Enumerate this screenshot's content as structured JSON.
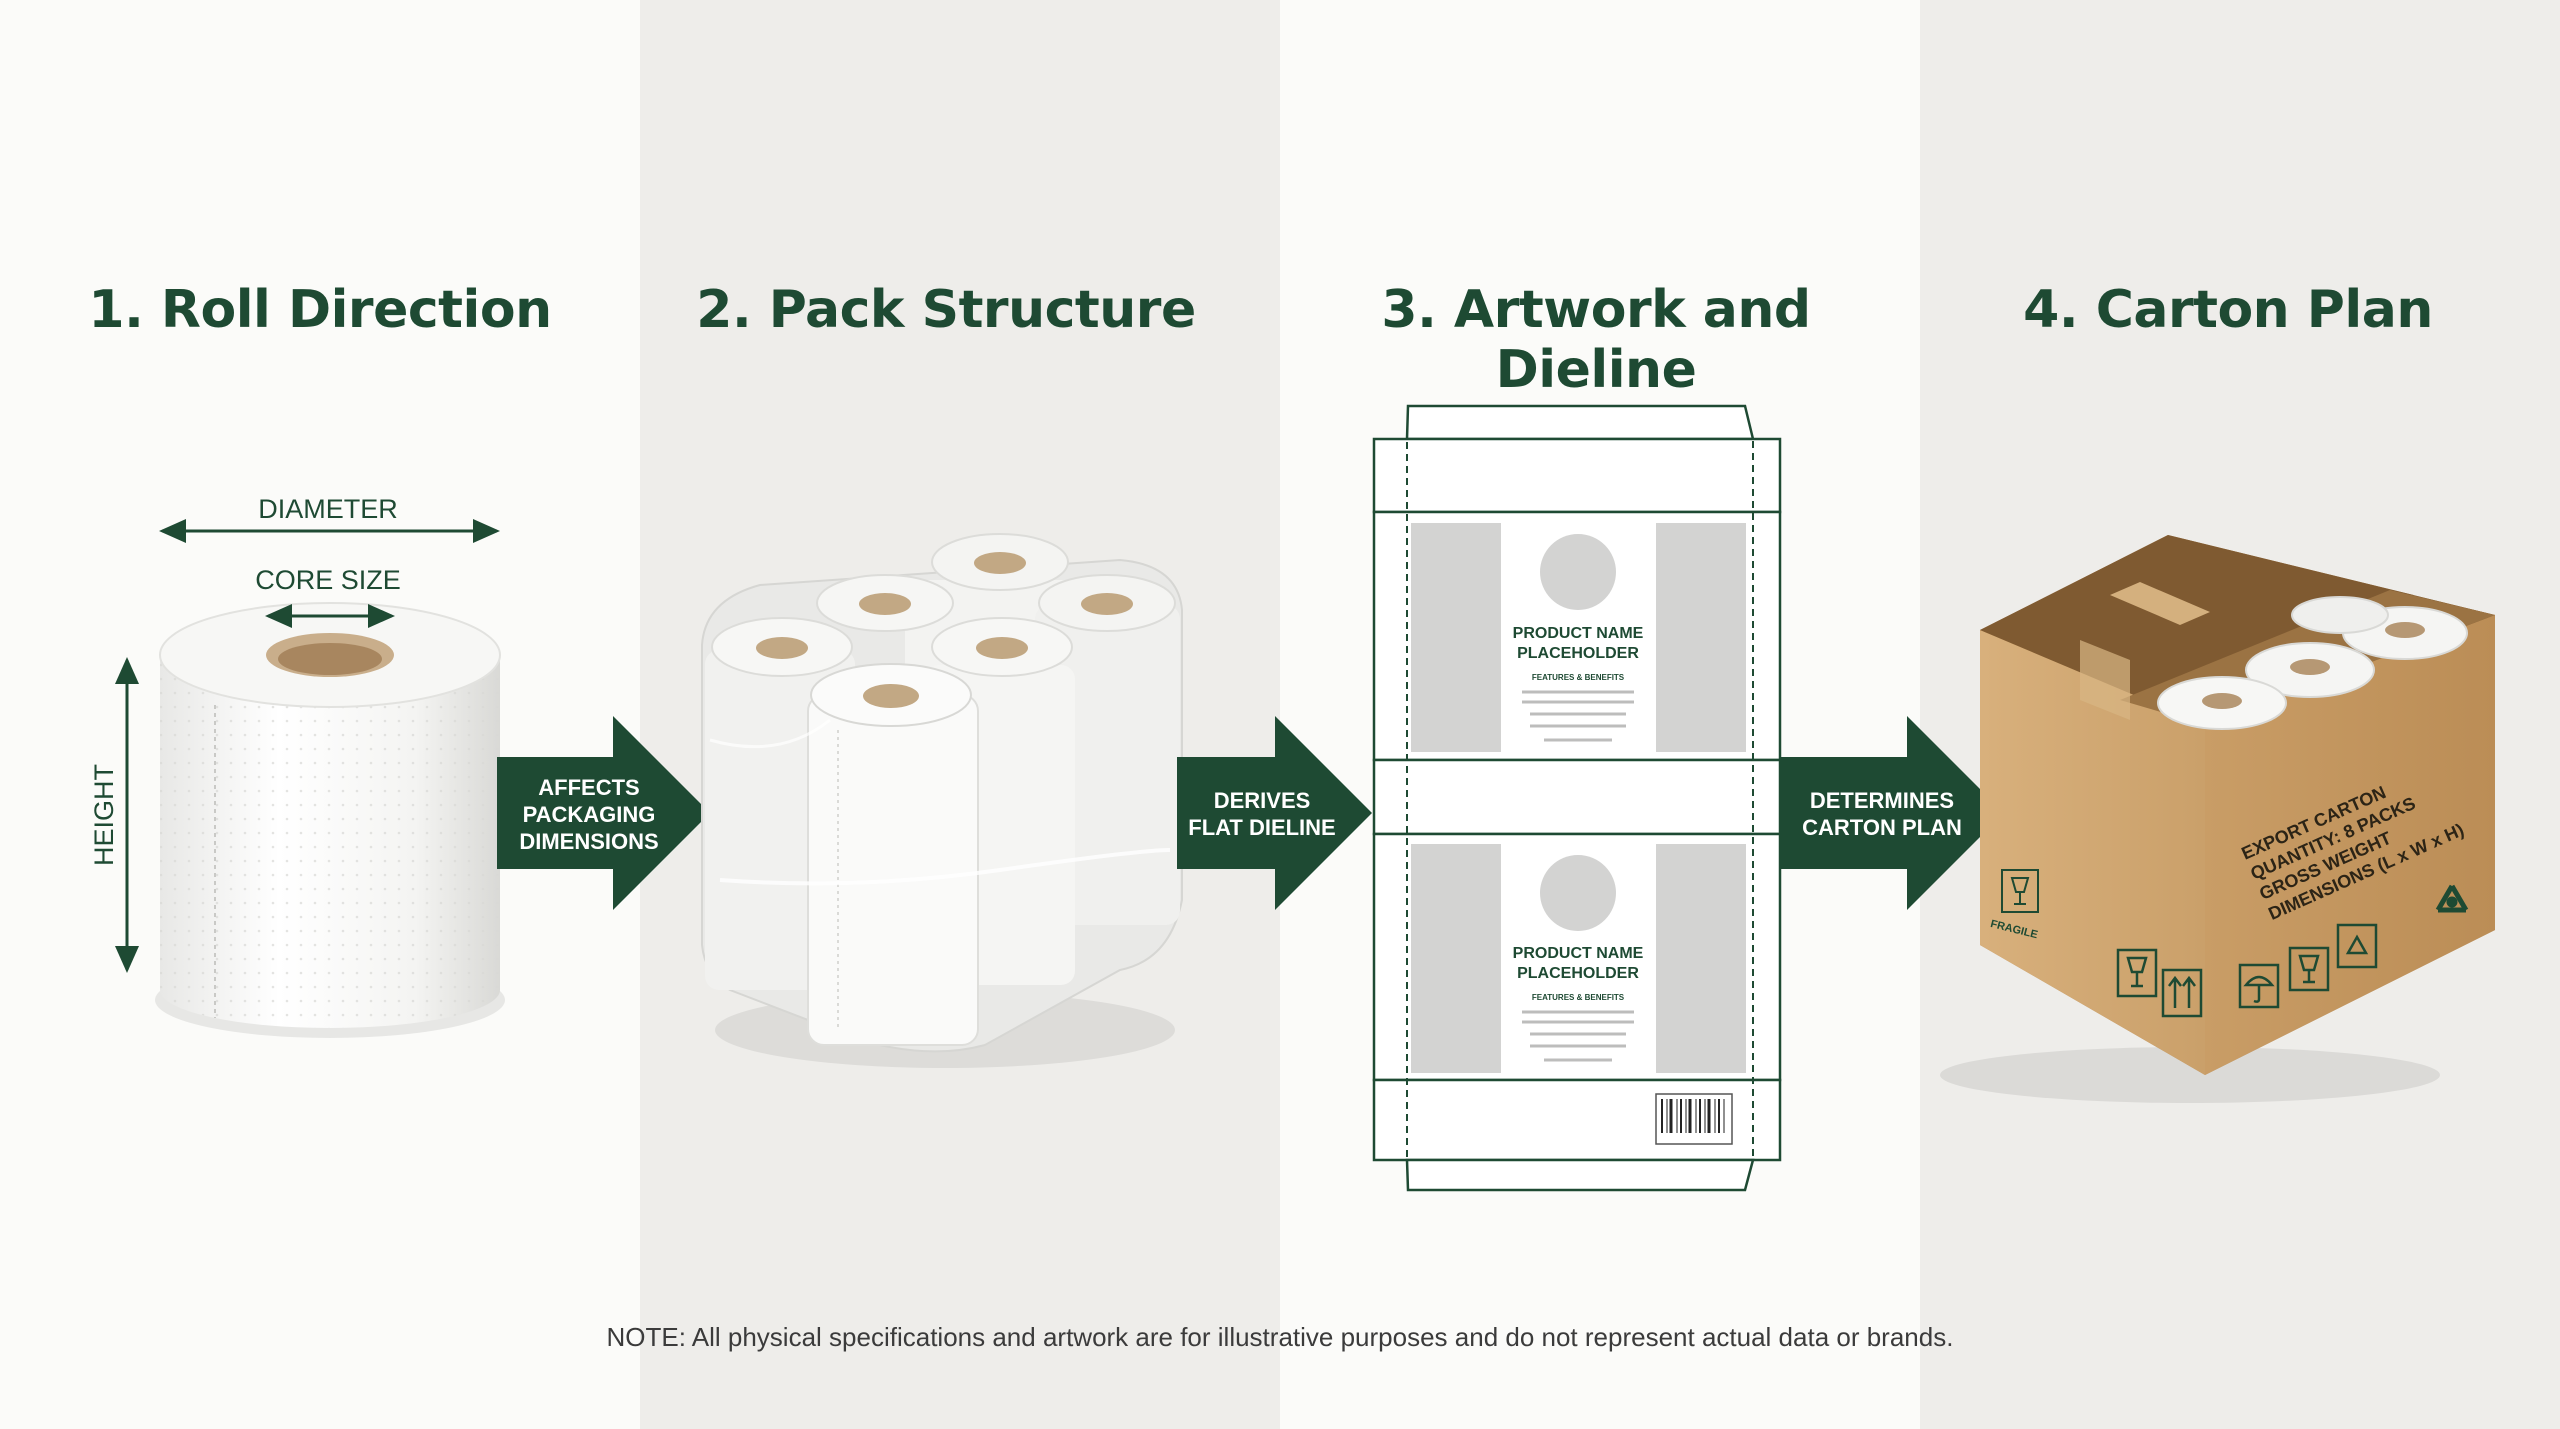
{
  "steps": [
    {
      "title": "1. Roll Direction"
    },
    {
      "title": "2. Pack Structure"
    },
    {
      "title": "3. Artwork and Dieline"
    },
    {
      "title": "4. Carton Plan"
    }
  ],
  "roll": {
    "diameter_label": "DIAMETER",
    "core_label": "CORE SIZE",
    "height_label": "HEIGHT"
  },
  "arrows": [
    {
      "lines": [
        "AFFECTS",
        "PACKAGING",
        "DIMENSIONS"
      ]
    },
    {
      "lines": [
        "DERIVES",
        "FLAT DIELINE"
      ]
    },
    {
      "lines": [
        "DETERMINES",
        "CARTON PLAN"
      ]
    }
  ],
  "dieline": {
    "panel_top": {
      "name_line1": "PRODUCT NAME",
      "name_line2": "PLACEHOLDER",
      "features": "FEATURES & BENEFITS"
    },
    "panel_bottom": {
      "name_line1": "PRODUCT NAME",
      "name_line2": "PLACEHOLDER",
      "features": "FEATURES & BENEFITS"
    }
  },
  "carton": {
    "lines": [
      "EXPORT CARTON",
      "QUANTITY: 8 PACKS",
      "GROSS WEIGHT",
      "DIMENSIONS (L x W x H)"
    ],
    "fragile_label": "FRAGILE"
  },
  "note": "NOTE: All physical specifications and artwork are for illustrative purposes and do not represent actual data or brands.",
  "colors": {
    "accent": "#1e4a33",
    "cardboard": "#c9a06c"
  }
}
